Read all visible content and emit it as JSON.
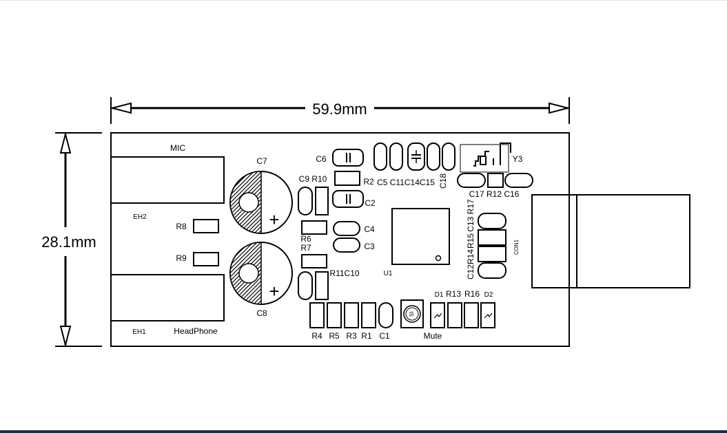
{
  "dimensions": {
    "width": "59.9mm",
    "height": "28.1mm"
  },
  "labels": {
    "mic": "MIC",
    "eh2": "EH2",
    "eh1": "EH1",
    "headphone": "HeadPhone",
    "r8": "R8",
    "r9": "R9",
    "c7": "C7",
    "c8": "C8",
    "c6": "C6",
    "c9r10": "C9 R10",
    "r2": "R2",
    "c2": "C2",
    "c4": "C4",
    "c3": "C3",
    "r6": "R6",
    "r7": "R7",
    "r11c10": "R11C10",
    "c5c11c14c15": "C5 C11C14C15",
    "c18": "C18",
    "y3": "Y3",
    "c17r12c16": "C17 R12 C16",
    "u1": "U1",
    "c13r17": "C13 R17",
    "r15": "R15",
    "c12r14": "C12R14",
    "con1": "CON1",
    "d1": "D1",
    "r13": "R13",
    "r16": "R16",
    "d2": "D2",
    "mute": "Mute",
    "r4": "R4",
    "r5": "R5",
    "r3": "R3",
    "r1": "R1",
    "c1": "C1"
  },
  "colors": {
    "line": "#000000",
    "background": "#ffffff",
    "bottom_bar": "#1f2a44"
  }
}
